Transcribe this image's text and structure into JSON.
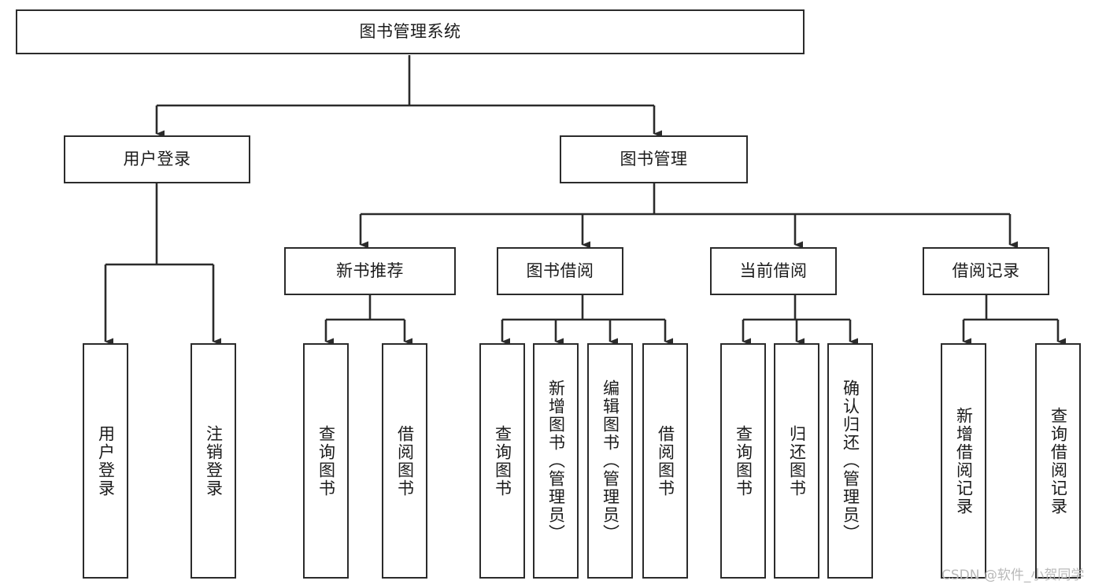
{
  "diagram": {
    "title": "图书管理系统",
    "type": "hierarchy-tree",
    "orientation": "top-down",
    "box_fill": "#ffffff",
    "box_stroke": "#2b2b2b",
    "edge_color": "#2b2b2b",
    "background": "#ffffff"
  },
  "watermark": {
    "text": "CSDN @软件_小贺同学",
    "color": "#b9b9b9"
  },
  "nodes": {
    "root": {
      "label": "图书管理系统",
      "level": 0
    },
    "level1": [
      {
        "id": "user-login",
        "label": "用户登录"
      },
      {
        "id": "book-manage",
        "label": "图书管理"
      }
    ],
    "level2": [
      {
        "id": "new-book-recommend",
        "label": "新书推荐"
      },
      {
        "id": "book-borrow",
        "label": "图书借阅"
      },
      {
        "id": "current-borrow",
        "label": "当前借阅"
      },
      {
        "id": "borrow-record",
        "label": "借阅记录"
      }
    ],
    "leaves": {
      "user_login": [
        {
          "id": "leaf-user-login",
          "label": "用户登录"
        },
        {
          "id": "leaf-logout-login",
          "label": "注销登录"
        }
      ],
      "new_book_recommend": [
        {
          "id": "leaf-query-book-1",
          "label": "查询图书"
        },
        {
          "id": "leaf-borrow-book-1",
          "label": "借阅图书"
        }
      ],
      "book_borrow": [
        {
          "id": "leaf-query-book-2",
          "label": "查询图书"
        },
        {
          "id": "leaf-add-book-admin",
          "label": "新增图书（管理员）"
        },
        {
          "id": "leaf-edit-book-admin",
          "label": "编辑图书（管理员）"
        },
        {
          "id": "leaf-borrow-book-2",
          "label": "借阅图书"
        }
      ],
      "current_borrow": [
        {
          "id": "leaf-query-book-3",
          "label": "查询图书"
        },
        {
          "id": "leaf-return-book",
          "label": "归还图书"
        },
        {
          "id": "leaf-confirm-return-admin",
          "label": "确认归还（管理员）"
        }
      ],
      "borrow_record": [
        {
          "id": "leaf-add-borrow-record",
          "label": "新增借阅记录"
        },
        {
          "id": "leaf-query-borrow-record",
          "label": "查询借阅记录"
        }
      ]
    }
  }
}
